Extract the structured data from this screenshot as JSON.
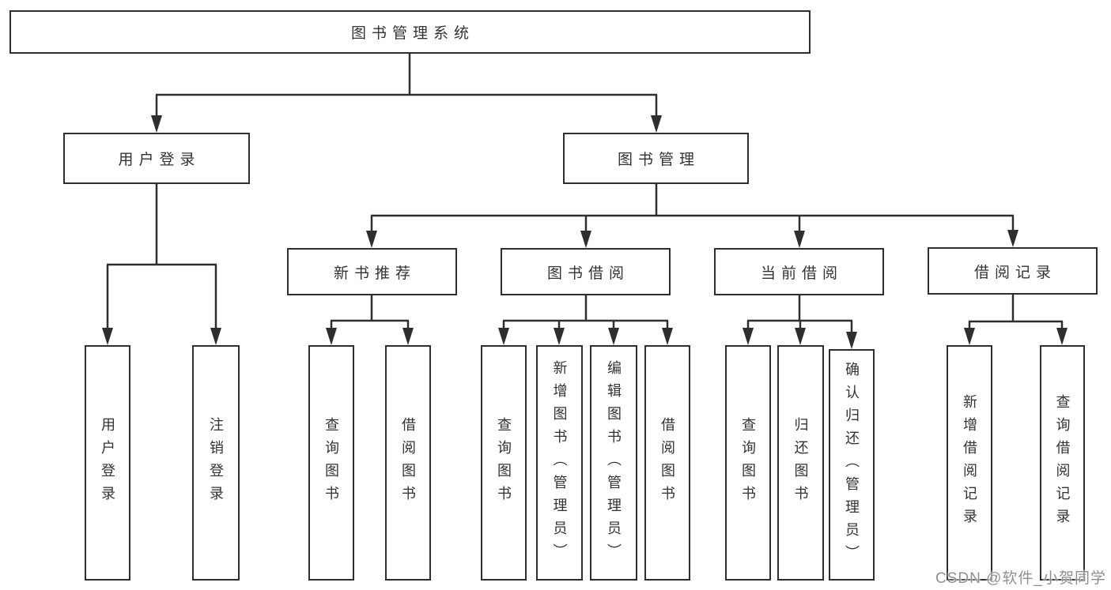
{
  "tree": {
    "root": {
      "label": "图书管理系统",
      "children": [
        {
          "label": "用户登录",
          "children": [
            {
              "label": "用户登录"
            },
            {
              "label": "注销登录"
            }
          ]
        },
        {
          "label": "图书管理",
          "children": [
            {
              "label": "新书推荐",
              "children": [
                {
                  "label": "查询图书"
                },
                {
                  "label": "借阅图书"
                }
              ]
            },
            {
              "label": "图书借阅",
              "children": [
                {
                  "label": "查询图书"
                },
                {
                  "label": "新增图书（管理员）"
                },
                {
                  "label": "编辑图书（管理员）"
                },
                {
                  "label": "借阅图书"
                }
              ]
            },
            {
              "label": "当前借阅",
              "children": [
                {
                  "label": "查询图书"
                },
                {
                  "label": "归还图书"
                },
                {
                  "label": "确认归还（管理员）"
                }
              ]
            },
            {
              "label": "借阅记录",
              "children": [
                {
                  "label": "新增借阅记录"
                },
                {
                  "label": "查询借阅记录"
                }
              ]
            }
          ]
        }
      ]
    }
  },
  "watermark": "CSDN @软件_小贺同学",
  "colors": {
    "line": "#2e2e2e",
    "box_border": "#2e2e2e",
    "text": "#333333",
    "background": "#ffffff",
    "watermark": "#909090"
  }
}
